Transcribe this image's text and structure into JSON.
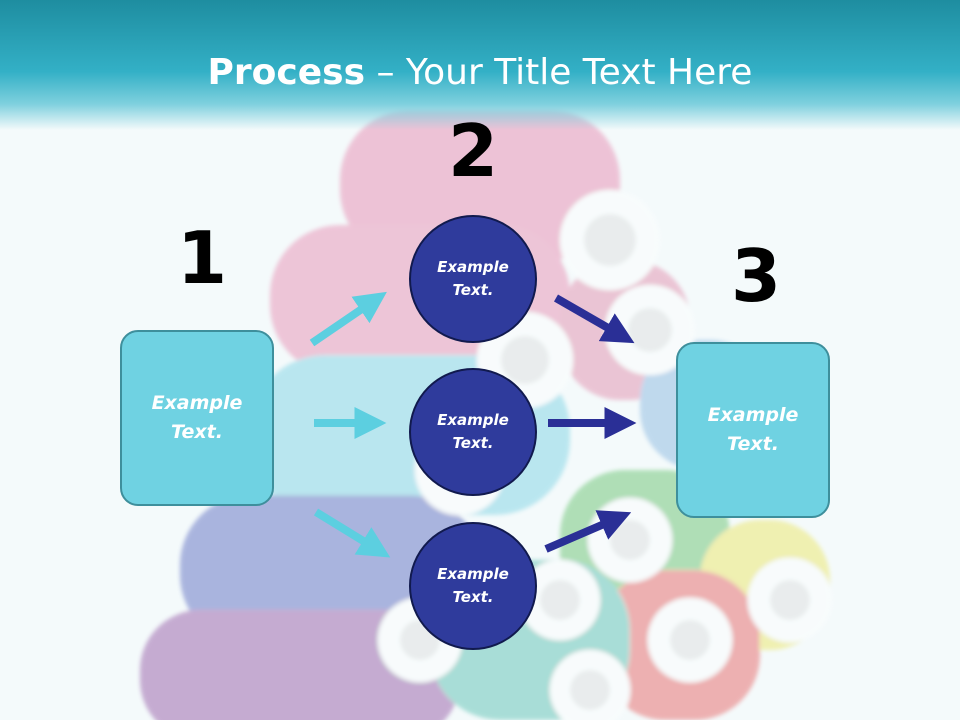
{
  "title": {
    "bold": "Process",
    "rest": " – Your Title Text Here"
  },
  "steps": [
    {
      "number": "1",
      "box_text_line1": "Example",
      "box_text_line2": "Text."
    },
    {
      "number": "2"
    },
    {
      "number": "3",
      "box_text_line1": "Example",
      "box_text_line2": "Text."
    }
  ],
  "circles": [
    {
      "line1": "Example",
      "line2": "Text."
    },
    {
      "line1": "Example",
      "line2": "Text."
    },
    {
      "line1": "Example",
      "line2": "Text."
    }
  ],
  "colors": {
    "header": "#33b0c6",
    "box": "#6fd2e2",
    "circle": "#2f3b9c",
    "arrow_light": "#5ccfe0",
    "arrow_dark": "#2a2f96"
  }
}
